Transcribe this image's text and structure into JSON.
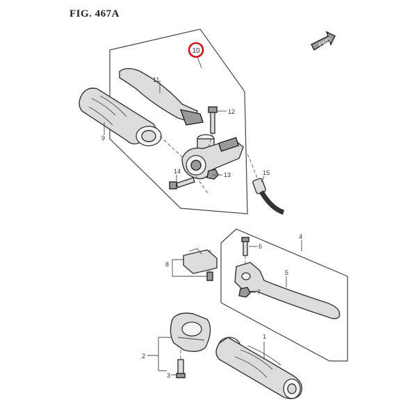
{
  "figure": {
    "title": "FIG. 467A",
    "fwd_label": "FWD",
    "highlight_color": "#d0111b"
  },
  "callouts": {
    "c1": "1",
    "c2": "2",
    "c3": "3",
    "c4": "4",
    "c5": "5",
    "c6": "6",
    "c7": "7",
    "c8": "8",
    "c9": "9",
    "c10": "10",
    "c11": "11",
    "c12": "12",
    "c13": "13",
    "c14": "14",
    "c15": "15"
  }
}
